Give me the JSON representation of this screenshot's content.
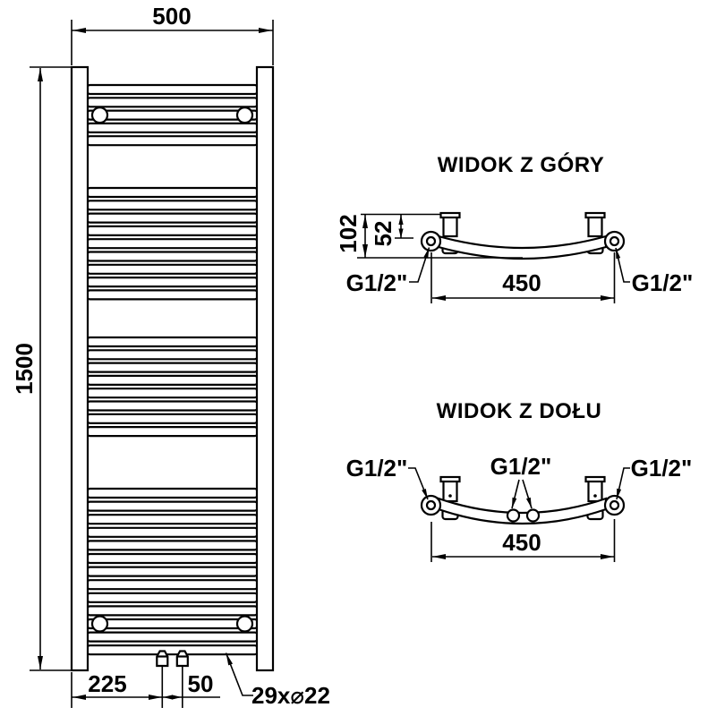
{
  "drawing": {
    "front_view": {
      "width_mm": "500",
      "height_mm": "1500",
      "valve_offset_mm": "225",
      "valve_spacing_mm": "50",
      "tubes_label": "29x⌀22",
      "tube_groups": [
        5,
        9,
        8,
        13
      ]
    },
    "top_view": {
      "title": "WIDOK Z GÓRY",
      "depth_mm": "102",
      "axis_mm": "52",
      "span_mm": "450",
      "left_conn": "G1/2\"",
      "right_conn": "G1/2\""
    },
    "bottom_view": {
      "title": "WIDOK Z DOŁU",
      "span_mm": "450",
      "left_conn": "G1/2\"",
      "center_conn": "G1/2\"",
      "right_conn": "G1/2\""
    },
    "colors": {
      "line": "#000000",
      "background": "#ffffff"
    }
  }
}
